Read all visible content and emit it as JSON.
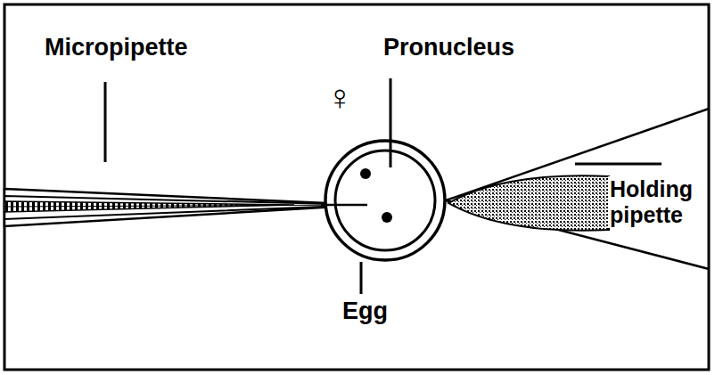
{
  "diagram": {
    "labels": [
      "Micropipette",
      "Pronucleus",
      "♀",
      "Egg",
      "Holding pipette"
    ]
  }
}
